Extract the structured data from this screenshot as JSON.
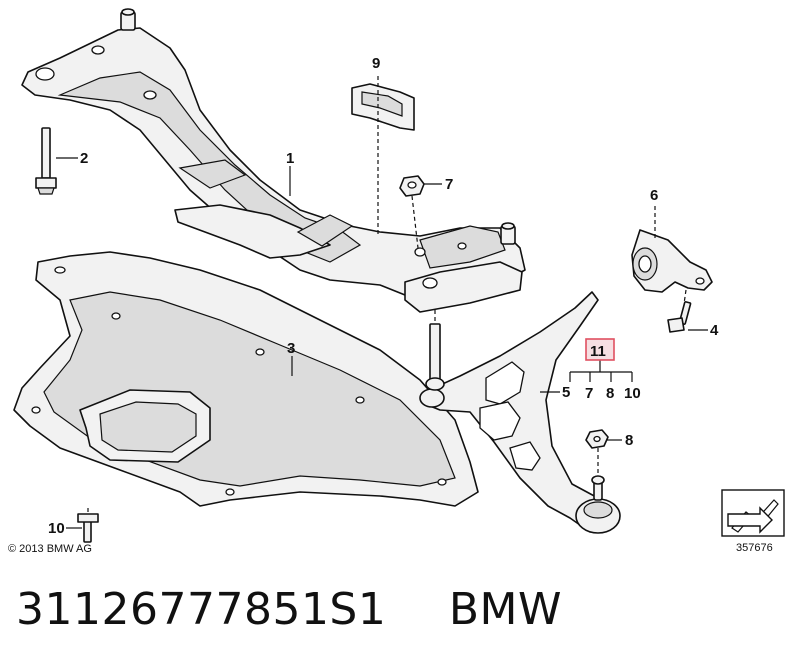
{
  "diagram": {
    "callouts": {
      "c1": "1",
      "c2": "2",
      "c3": "3",
      "c4": "4",
      "c5": "5",
      "c6": "6",
      "c7_top": "7",
      "c7_group": "7",
      "c8_right": "8",
      "c8_group": "8",
      "c9": "9",
      "c10_group": "10",
      "c10_bottom": "10",
      "c11": "11"
    },
    "copyright": "© 2013 BMW AG",
    "reference_number": "357676",
    "highlight_color": "#e05060"
  },
  "footer": {
    "part_number": "31126777851S1",
    "brand": "BMW"
  }
}
